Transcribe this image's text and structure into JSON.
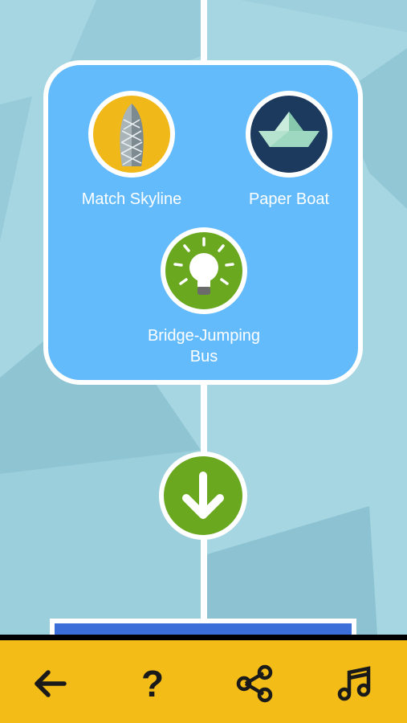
{
  "colors": {
    "background": "#a5d6e2",
    "card": "#64bbfb",
    "accent_green": "#6aa820",
    "toolbar": "#f3bc17",
    "skyline_circle": "#f0b818",
    "boat_circle": "#1c3a5e"
  },
  "nodes": [
    {
      "label": "Match Skyline",
      "icon": "gherkin-building-icon"
    },
    {
      "label": "Paper Boat",
      "icon": "paper-boat-icon"
    },
    {
      "label": "Bridge-Jumping\nBus",
      "icon": "lightbulb-icon"
    }
  ],
  "next": {
    "icon": "arrow-down-icon"
  },
  "toolbar": {
    "back": {
      "icon": "arrow-left-icon"
    },
    "help": {
      "label": "?"
    },
    "share": {
      "icon": "share-icon"
    },
    "music": {
      "icon": "music-note-icon"
    }
  }
}
